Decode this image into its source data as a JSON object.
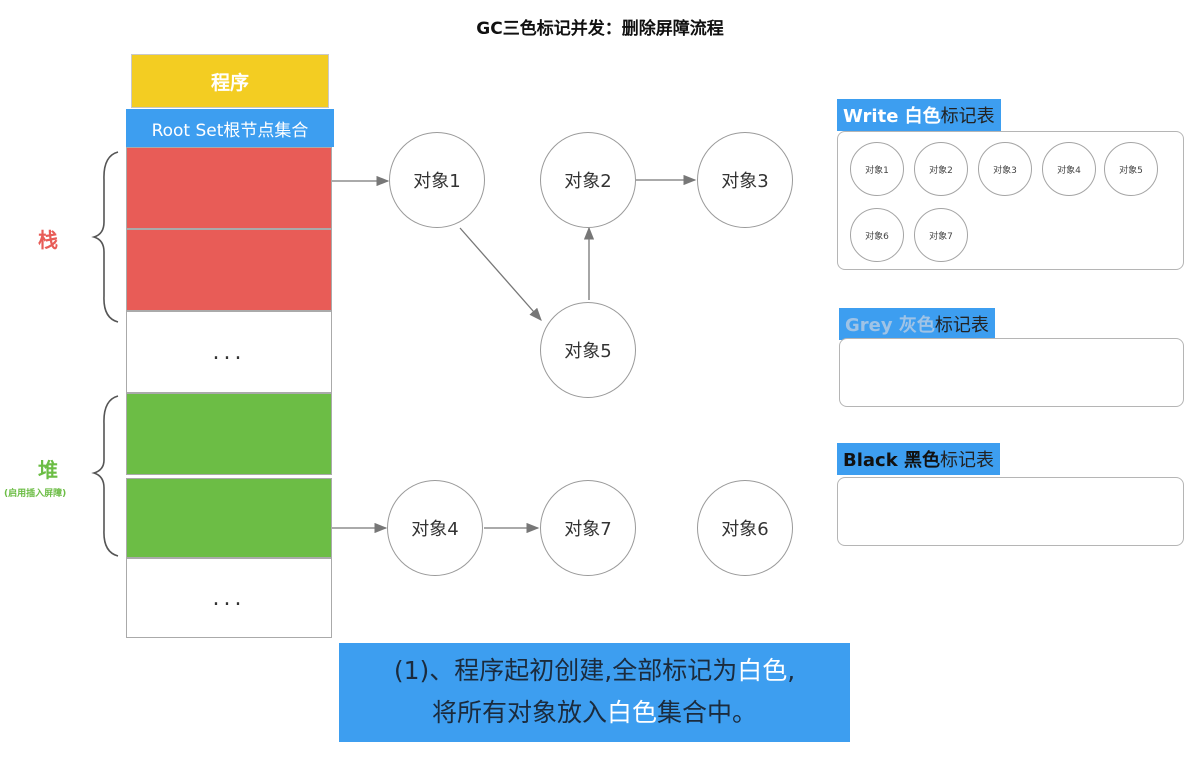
{
  "title": "GC三色标记并发：删除屏障流程",
  "left_column": {
    "program_label": "程序",
    "root_set_label": "Root Set根节点集合",
    "stack_label": "栈",
    "heap_label": "堆",
    "heap_sublabel": "(启用插入屏障)",
    "ellipsis": "..."
  },
  "objects": {
    "obj1": "对象1",
    "obj2": "对象2",
    "obj3": "对象3",
    "obj4": "对象4",
    "obj5": "对象5",
    "obj6": "对象6",
    "obj7": "对象7"
  },
  "tables": {
    "white": {
      "header_color_word": "Write 白色",
      "header_rest": "标记表",
      "items": [
        "对象1",
        "对象2",
        "对象3",
        "对象4",
        "对象5",
        "对象6",
        "对象7"
      ]
    },
    "gray": {
      "header_color_word": "Grey 灰色",
      "header_rest": "标记表",
      "items": []
    },
    "black": {
      "header_color_word": "Black 黑色",
      "header_rest": "标记表",
      "items": []
    }
  },
  "caption": {
    "line1_part1": "(1)、程序起初创建,全部标记为",
    "line1_highlight": "白色",
    "line1_part2": ",",
    "line2_part1": "将所有对象放入",
    "line2_highlight": "白色",
    "line2_part2": "集合中。"
  },
  "colors": {
    "program": "#f3cd22",
    "root_set": "#3d9ef0",
    "stack": "#e85c57",
    "heap": "#6cbd45",
    "table_header": "#3d9ef0",
    "caption_bg": "#3d9ef0"
  }
}
